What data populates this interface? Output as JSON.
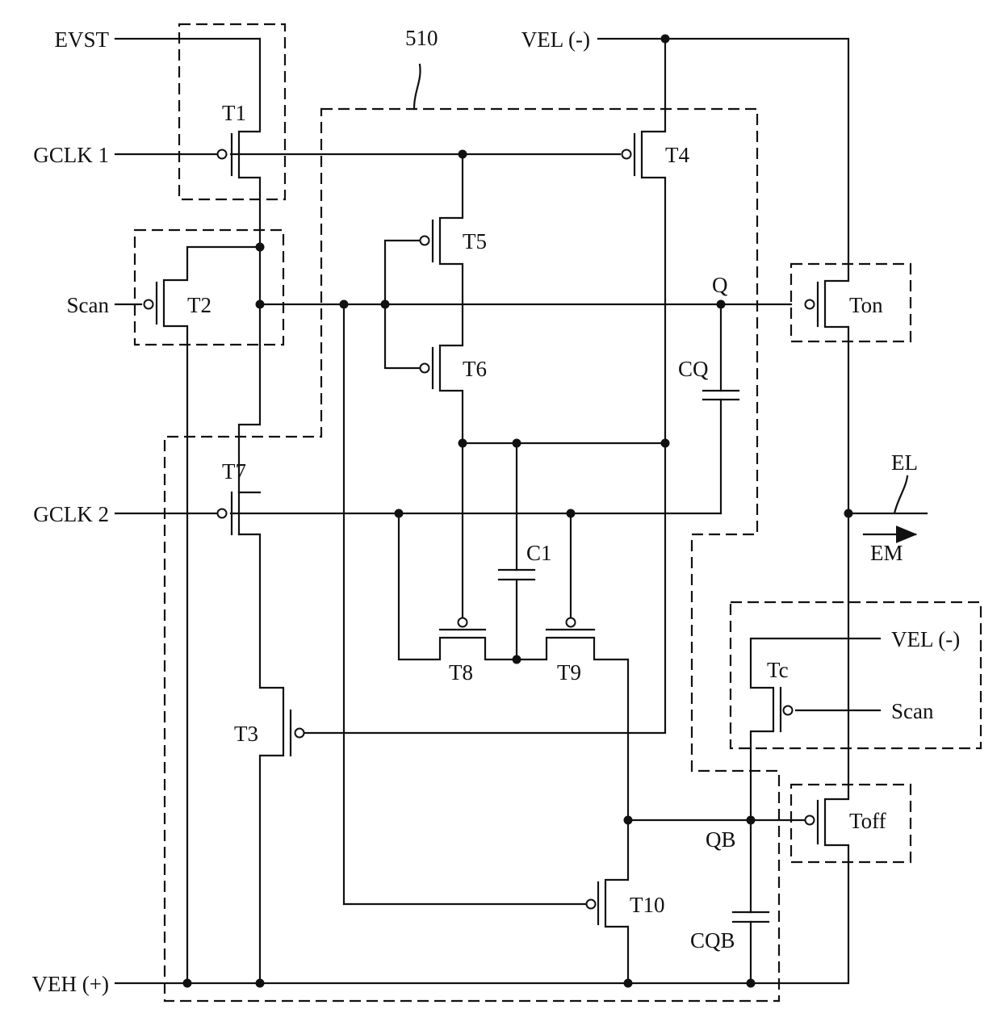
{
  "labels": {
    "evst": "EVST",
    "gclk1": "GCLK 1",
    "scan_left": "Scan",
    "gclk2": "GCLK 2",
    "veh": "VEH (+)",
    "vel_top": "VEL (-)",
    "vel_right": "VEL (-)",
    "scan_right": "Scan",
    "el": "EL",
    "em": "EM",
    "block": "510",
    "q": "Q",
    "qb": "QB",
    "cq": "CQ",
    "cqb": "CQB",
    "c1": "C1"
  },
  "transistors": {
    "t1": "T1",
    "t2": "T2",
    "t3": "T3",
    "t4": "T4",
    "t5": "T5",
    "t6": "T6",
    "t7": "T7",
    "t8": "T8",
    "t9": "T9",
    "t10": "T10",
    "ton": "Ton",
    "toff": "Toff",
    "tc": "Tc"
  }
}
